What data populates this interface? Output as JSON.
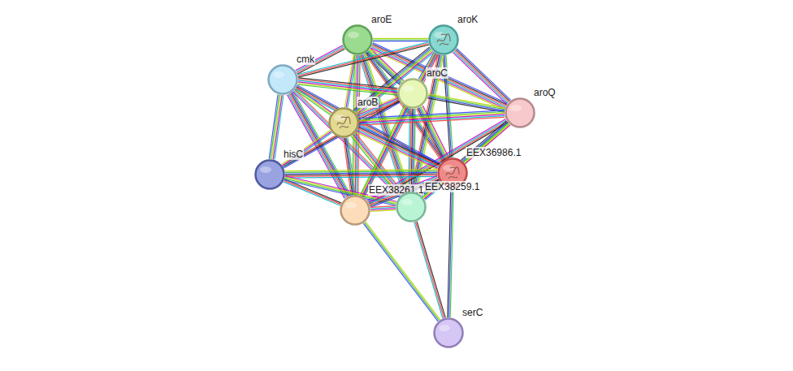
{
  "diagram": {
    "nodes": [
      {
        "text": [
          "aroE"
        ]
      },
      {
        "text": [
          "aroK"
        ]
      },
      {
        "text": [
          "cmk"
        ]
      },
      {
        "text": [
          "aroC"
        ]
      },
      {
        "text": [
          "aroQ"
        ]
      },
      {
        "text": [
          "aroB"
        ]
      },
      {
        "text": [
          "EEX36986.1"
        ]
      },
      {
        "text": [
          "hisC"
        ]
      },
      {
        "text": [
          "EEX38261.1"
        ]
      },
      {
        "text": [
          "EEX38259.1"
        ]
      },
      {
        "text": [
          "serC"
        ]
      }
    ],
    "edges": [
      {
        "from": 0,
        "to": 1,
        "arrow": "none"
      },
      {
        "from": 0,
        "to": 2,
        "arrow": "none"
      },
      {
        "from": 0,
        "to": 3,
        "arrow": "none"
      },
      {
        "from": 0,
        "to": 4,
        "arrow": "none"
      },
      {
        "from": 0,
        "to": 5,
        "arrow": "none"
      },
      {
        "from": 0,
        "to": 6,
        "arrow": "none"
      },
      {
        "from": 0,
        "to": 8,
        "arrow": "none"
      },
      {
        "from": 0,
        "to": 9,
        "arrow": "none"
      },
      {
        "from": 1,
        "to": 2,
        "arrow": "none"
      },
      {
        "from": 1,
        "to": 3,
        "arrow": "none"
      },
      {
        "from": 1,
        "to": 4,
        "arrow": "none"
      },
      {
        "from": 1,
        "to": 5,
        "arrow": "none"
      },
      {
        "from": 1,
        "to": 6,
        "arrow": "none"
      },
      {
        "from": 1,
        "to": 8,
        "arrow": "none"
      },
      {
        "from": 1,
        "to": 9,
        "arrow": "none"
      },
      {
        "from": 2,
        "to": 3,
        "arrow": "none"
      },
      {
        "from": 2,
        "to": 5,
        "arrow": "none"
      },
      {
        "from": 2,
        "to": 6,
        "arrow": "none"
      },
      {
        "from": 2,
        "to": 7,
        "arrow": "none"
      },
      {
        "from": 2,
        "to": 8,
        "arrow": "none"
      },
      {
        "from": 2,
        "to": 9,
        "arrow": "none"
      },
      {
        "from": 3,
        "to": 4,
        "arrow": "none"
      },
      {
        "from": 3,
        "to": 5,
        "arrow": "none"
      },
      {
        "from": 3,
        "to": 6,
        "arrow": "none"
      },
      {
        "from": 3,
        "to": 7,
        "arrow": "none"
      },
      {
        "from": 3,
        "to": 8,
        "arrow": "none"
      },
      {
        "from": 3,
        "to": 9,
        "arrow": "none"
      },
      {
        "from": 4,
        "to": 5,
        "arrow": "none"
      },
      {
        "from": 4,
        "to": 6,
        "arrow": "none"
      },
      {
        "from": 4,
        "to": 8,
        "arrow": "none"
      },
      {
        "from": 4,
        "to": 9,
        "arrow": "none"
      },
      {
        "from": 5,
        "to": 6,
        "arrow": "none"
      },
      {
        "from": 5,
        "to": 7,
        "arrow": "none"
      },
      {
        "from": 5,
        "to": 8,
        "arrow": "none"
      },
      {
        "from": 5,
        "to": 9,
        "arrow": "none"
      },
      {
        "from": 7,
        "to": 6,
        "arrow": "none"
      },
      {
        "from": 7,
        "to": 8,
        "arrow": "none"
      },
      {
        "from": 7,
        "to": 9,
        "arrow": "none"
      },
      {
        "from": 6,
        "to": 8,
        "arrow": "none"
      },
      {
        "from": 6,
        "to": 9,
        "arrow": "none"
      },
      {
        "from": 6,
        "to": 10,
        "arrow": "none"
      },
      {
        "from": 8,
        "to": 9,
        "arrow": "none"
      },
      {
        "from": 8,
        "to": 10,
        "arrow": "none"
      },
      {
        "from": 9,
        "to": 10,
        "arrow": "none"
      }
    ]
  }
}
